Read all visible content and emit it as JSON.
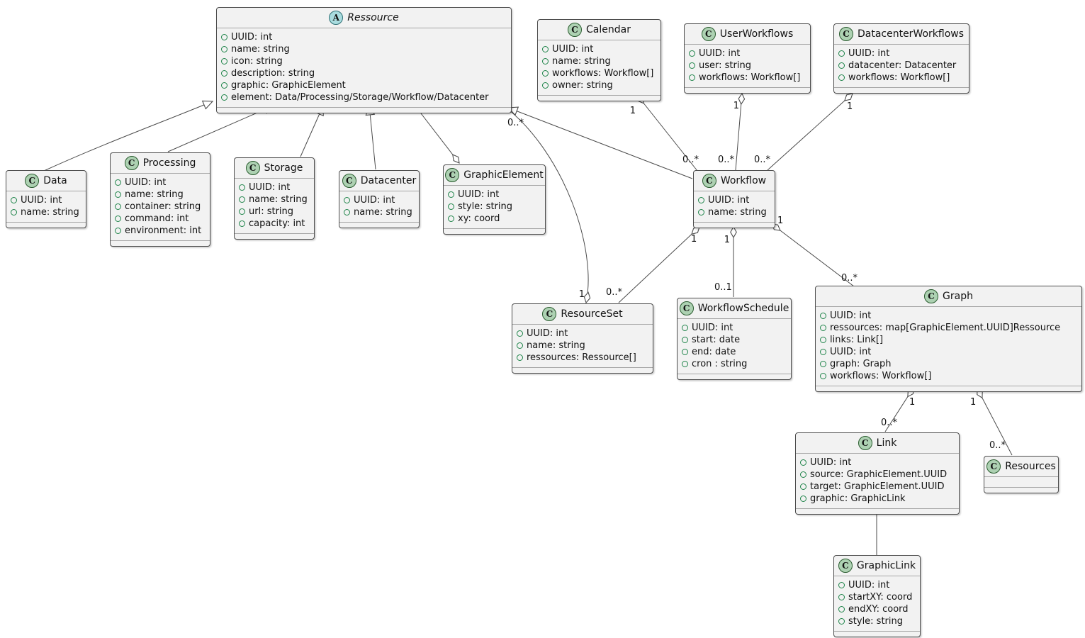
{
  "diagram": {
    "type": "uml-class-diagram",
    "colors": {
      "class_icon_fill": "#ADD1B2",
      "abstract_icon_fill": "#A9DCDF",
      "box_fill": "#F2F2F2",
      "box_border": "#4D4D4D",
      "edge_color": "#4A4A4A",
      "field_icon_color": "#1E8449"
    },
    "classes": [
      {
        "name": "Ressource",
        "stereotype": "abstract",
        "icon_letter": "A",
        "attributes": [
          "UUID: int",
          "name: string",
          "icon: string",
          "description: string",
          "graphic: GraphicElement",
          "element: Data/Processing/Storage/Workflow/Datacenter"
        ]
      },
      {
        "name": "Calendar",
        "stereotype": "class",
        "icon_letter": "C",
        "attributes": [
          "UUID: int",
          "name: string",
          "workflows: Workflow[]",
          "owner: string"
        ]
      },
      {
        "name": "UserWorkflows",
        "stereotype": "class",
        "icon_letter": "C",
        "attributes": [
          "UUID: int",
          "user: string",
          "workflows: Workflow[]"
        ]
      },
      {
        "name": "DatacenterWorkflows",
        "stereotype": "class",
        "icon_letter": "C",
        "attributes": [
          "UUID: int",
          "datacenter: Datacenter",
          "workflows: Workflow[]"
        ]
      },
      {
        "name": "Data",
        "stereotype": "class",
        "icon_letter": "C",
        "attributes": [
          "UUID: int",
          "name: string"
        ]
      },
      {
        "name": "Processing",
        "stereotype": "class",
        "icon_letter": "C",
        "attributes": [
          "UUID: int",
          "name: string",
          "container: string",
          "command: int",
          "environment: int"
        ]
      },
      {
        "name": "Storage",
        "stereotype": "class",
        "icon_letter": "C",
        "attributes": [
          "UUID: int",
          "name: string",
          "url: string",
          "capacity: int"
        ]
      },
      {
        "name": "Datacenter",
        "stereotype": "class",
        "icon_letter": "C",
        "attributes": [
          "UUID: int",
          "name: string"
        ]
      },
      {
        "name": "GraphicElement",
        "stereotype": "class",
        "icon_letter": "C",
        "attributes": [
          "UUID: int",
          "style: string",
          "xy: coord"
        ]
      },
      {
        "name": "Workflow",
        "stereotype": "class",
        "icon_letter": "C",
        "attributes": [
          "UUID: int",
          "name: string"
        ]
      },
      {
        "name": "ResourceSet",
        "stereotype": "class",
        "icon_letter": "C",
        "attributes": [
          "UUID: int",
          "name: string",
          "ressources: Ressource[]"
        ]
      },
      {
        "name": "WorkflowSchedule",
        "stereotype": "class",
        "icon_letter": "C",
        "attributes": [
          "UUID: int",
          "start: date",
          "end: date",
          "cron : string"
        ]
      },
      {
        "name": "Graph",
        "stereotype": "class",
        "icon_letter": "C",
        "attributes": [
          "UUID: int",
          "ressources: map[GraphicElement.UUID]Ressource",
          "links: Link[]",
          "UUID: int",
          "graph: Graph",
          "workflows: Workflow[]"
        ]
      },
      {
        "name": "Link",
        "stereotype": "class",
        "icon_letter": "C",
        "attributes": [
          "UUID: int",
          "source: GraphicElement.UUID",
          "target: GraphicElement.UUID",
          "graphic: GraphicLink"
        ]
      },
      {
        "name": "Resources",
        "stereotype": "class",
        "icon_letter": "C",
        "attributes": []
      },
      {
        "name": "GraphicLink",
        "stereotype": "class",
        "icon_letter": "C",
        "attributes": [
          "UUID: int",
          "startXY: coord",
          "endXY: coord",
          "style: string"
        ]
      }
    ],
    "relationships": [
      {
        "type": "generalization",
        "from": "Data",
        "to": "Ressource"
      },
      {
        "type": "generalization",
        "from": "Processing",
        "to": "Ressource"
      },
      {
        "type": "generalization",
        "from": "Storage",
        "to": "Ressource"
      },
      {
        "type": "generalization",
        "from": "Datacenter",
        "to": "Ressource"
      },
      {
        "type": "generalization",
        "from": "Workflow",
        "to": "Ressource"
      },
      {
        "type": "aggregation",
        "container": "GraphicElement",
        "containee": "Ressource"
      },
      {
        "type": "aggregation",
        "container": "ResourceSet",
        "containee": "Ressource",
        "container_label": "1",
        "containee_label": "0..*"
      },
      {
        "type": "aggregation",
        "container": "Calendar",
        "containee": "Workflow",
        "container_label": "1",
        "containee_label": "0..*"
      },
      {
        "type": "aggregation",
        "container": "UserWorkflows",
        "containee": "Workflow",
        "container_label": "1",
        "containee_label": "0..*"
      },
      {
        "type": "aggregation",
        "container": "DatacenterWorkflows",
        "containee": "Workflow",
        "container_label": "1",
        "containee_label": "0..*"
      },
      {
        "type": "aggregation",
        "container": "Workflow",
        "containee": "ResourceSet",
        "container_label": "1",
        "containee_label": "0..*"
      },
      {
        "type": "aggregation",
        "container": "Workflow",
        "containee": "WorkflowSchedule",
        "container_label": "1",
        "containee_label": "0..1"
      },
      {
        "type": "aggregation",
        "container": "Workflow",
        "containee": "Graph",
        "container_label": "1",
        "containee_label": "0..*"
      },
      {
        "type": "aggregation",
        "container": "Graph",
        "containee": "Link",
        "container_label": "1",
        "containee_label": "0..*"
      },
      {
        "type": "aggregation",
        "container": "Graph",
        "containee": "Resources",
        "container_label": "1",
        "containee_label": "0..*"
      },
      {
        "type": "association",
        "from": "Link",
        "to": "GraphicLink"
      }
    ]
  }
}
